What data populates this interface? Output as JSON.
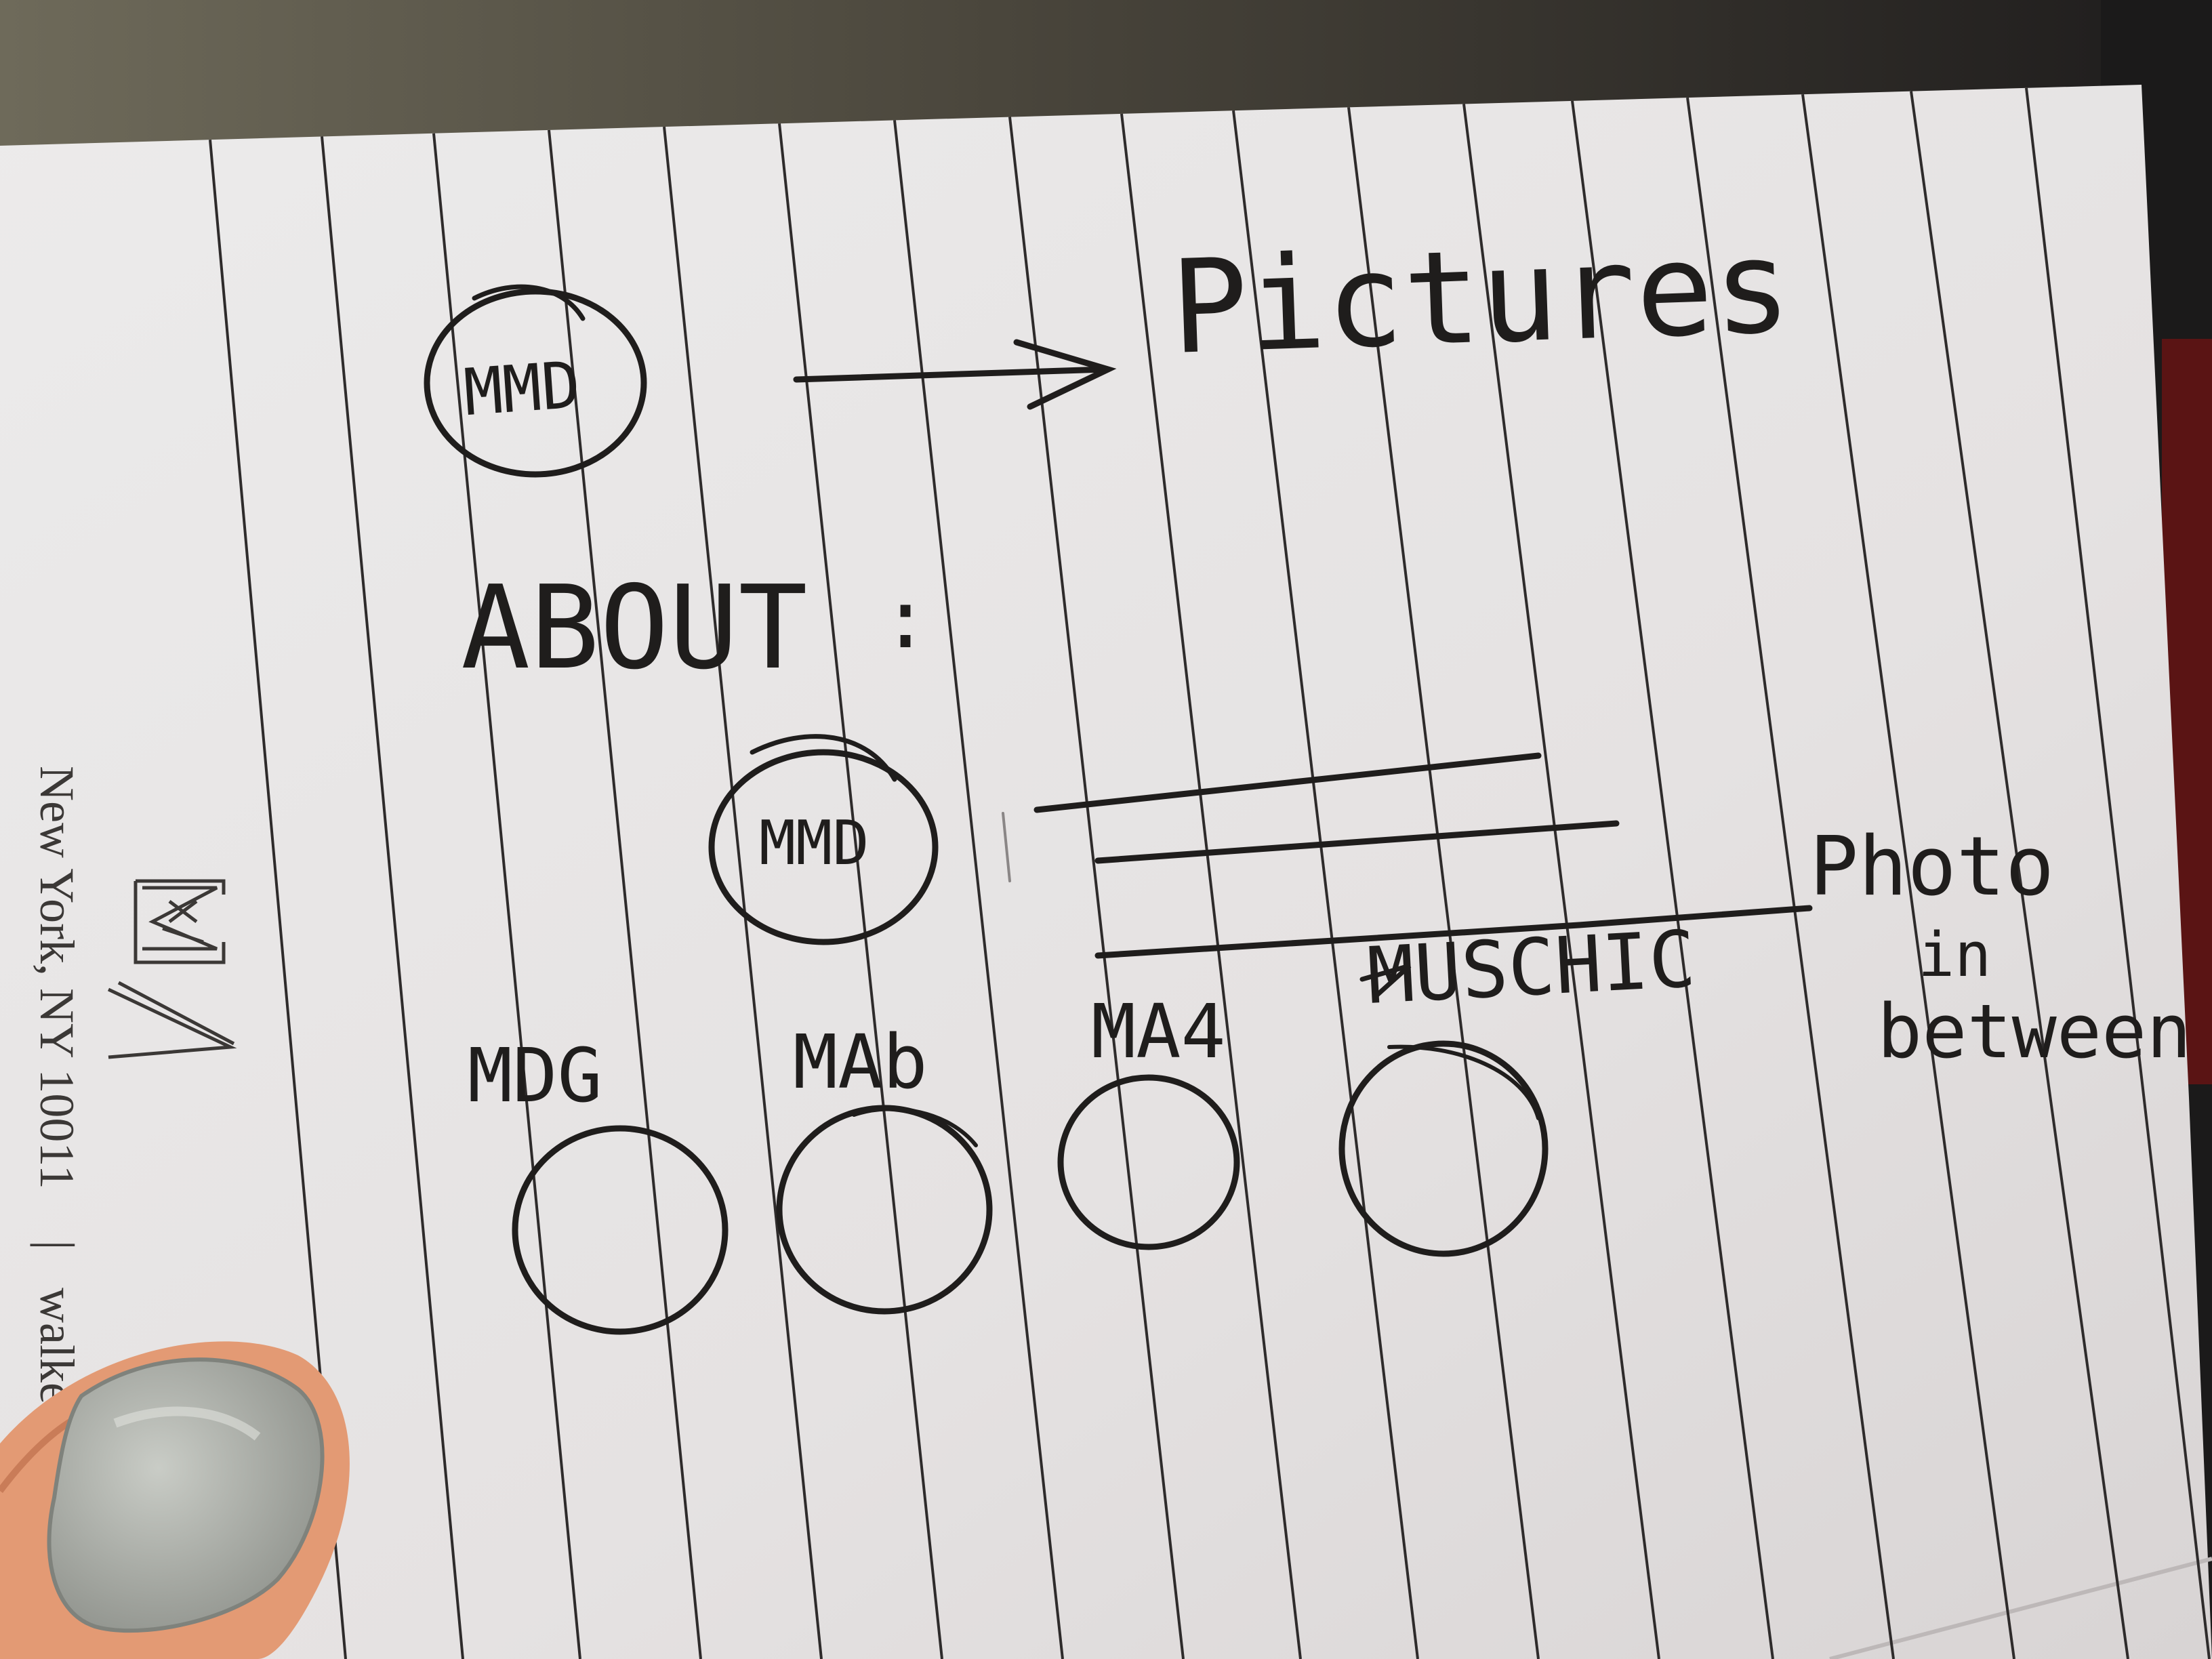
{
  "scene": {
    "description_colors": {
      "paper": "#e9e6e6",
      "paper_shadow": "#d3cfcf",
      "rule_line": "#2e2b2b",
      "ink": "#1f1d1c",
      "background_top": "#5a5648",
      "finger_skin": "#e8a07a",
      "nail_polish": "#a9aca6"
    }
  },
  "sketch": {
    "logo_circle_1": "MMD",
    "arrow_target": "Pictures",
    "about_heading": "ABOUT",
    "about_colon": ":",
    "logo_circle_2": "MMD",
    "photo_note_line1": "Photo",
    "photo_note_line2": "in",
    "photo_note_line3": "between",
    "labels": [
      "MDG",
      "MAb",
      "MA4",
      "MUSCHIC"
    ]
  },
  "printed_margin": {
    "address": "New York, NY 10011",
    "separator": "|",
    "website_fragment": "walker"
  },
  "icons": {
    "brand_mark": "crown-chevron-logo-icon"
  }
}
